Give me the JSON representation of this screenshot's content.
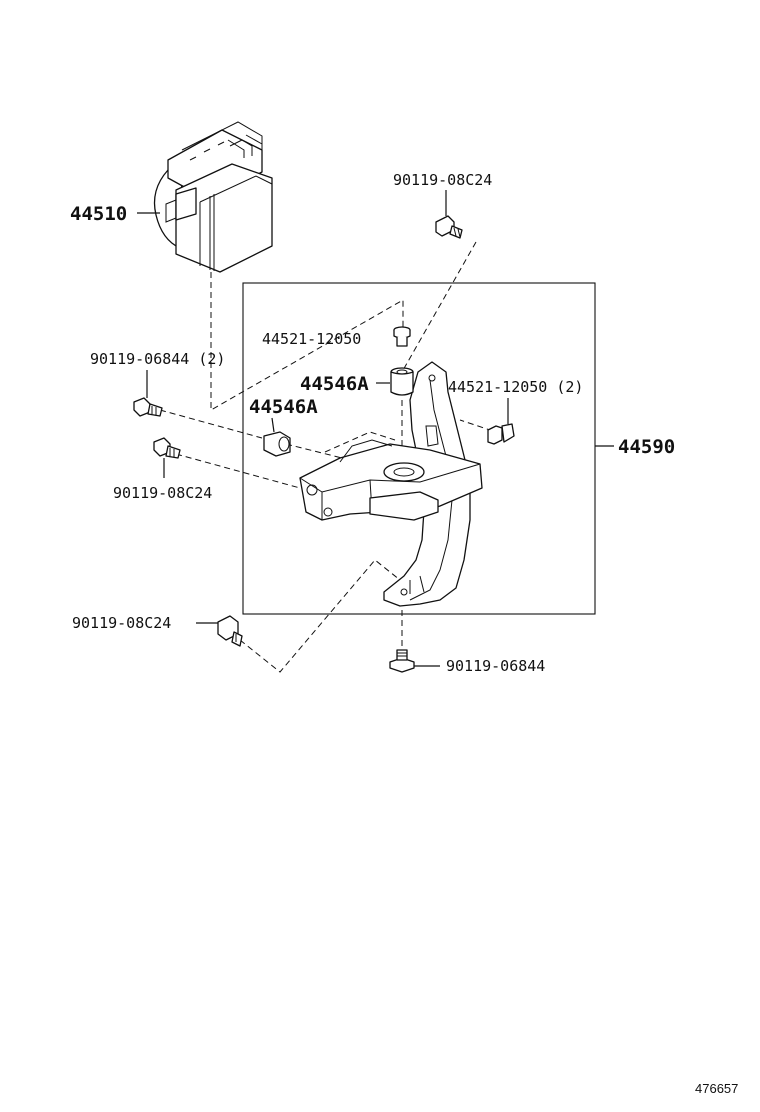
{
  "labels": {
    "abs_actuator": "44510",
    "bolt_top_right": "90119-08C24",
    "bolt_bracket_top": "44521-12050",
    "bolt_left_top": "90119-06844 (2)",
    "cushion_upper": "44546A",
    "cushion_left": "44546A",
    "bolt_right_side": "44521-12050 (2)",
    "bracket_assembly": "44590",
    "bolt_left_mid": "90119-08C24",
    "bolt_lower_left": "90119-08C24",
    "bolt_bottom": "90119-06844"
  },
  "reference_number": "476657"
}
